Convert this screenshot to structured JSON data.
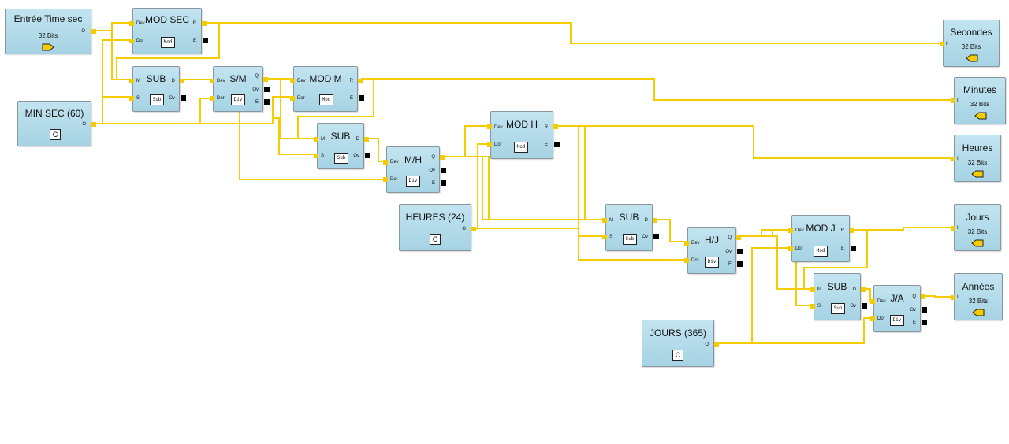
{
  "blocks": {
    "entree": {
      "title": "Entrée Time sec",
      "sub": "32 Bits",
      "out": "O"
    },
    "min_sec": {
      "title": "MIN SEC (60)",
      "out": "O",
      "icon": "C"
    },
    "mod_sec": {
      "title": "MOD SEC",
      "in1": "Dev",
      "in2": "Dor",
      "out1": "R",
      "out2": "E",
      "icon": "Mod"
    },
    "sub1": {
      "title": "SUB",
      "in1": "M",
      "in2": "S",
      "out1": "D",
      "out2": "Ov",
      "icon": "Sub"
    },
    "s_m": {
      "title": "S/M",
      "in1": "Dev",
      "in2": "Dor",
      "out1": "Q",
      "out2": "Ov",
      "out3": "E",
      "icon": "Div"
    },
    "mod_m": {
      "title": "MOD M",
      "in1": "Dev",
      "in2": "Dor",
      "out1": "R",
      "out2": "E",
      "icon": "Mod"
    },
    "sub2": {
      "title": "SUB",
      "in1": "M",
      "in2": "S",
      "out1": "D",
      "out2": "Ov",
      "icon": "Sub"
    },
    "m_h": {
      "title": "M/H",
      "in1": "Dev",
      "in2": "Dor",
      "out1": "Q",
      "out2": "Ov",
      "out3": "E",
      "icon": "Div"
    },
    "mod_h": {
      "title": "MOD H",
      "in1": "Dev",
      "in2": "Dor",
      "out1": "R",
      "out2": "E",
      "icon": "Mod"
    },
    "heures24": {
      "title": "HEURES (24)",
      "out": "O",
      "icon": "C"
    },
    "sub3": {
      "title": "SUB",
      "in1": "M",
      "in2": "S",
      "out1": "D",
      "out2": "Ov",
      "icon": "Sub"
    },
    "h_j": {
      "title": "H/J",
      "in1": "Dev",
      "in2": "Dor",
      "out1": "Q",
      "out2": "Ov",
      "out3": "E",
      "icon": "Div"
    },
    "mod_j": {
      "title": "MOD J",
      "in1": "Dev",
      "in2": "Dor",
      "out1": "R",
      "out2": "E",
      "icon": "Mod"
    },
    "sub4": {
      "title": "SUB",
      "in1": "M",
      "in2": "S",
      "out1": "D",
      "out2": "Ov",
      "icon": "Sub"
    },
    "j_a": {
      "title": "J/A",
      "in1": "Dev",
      "in2": "Dor",
      "out1": "Q",
      "out2": "Ov",
      "out3": "E",
      "icon": "Div"
    },
    "jours365": {
      "title": "JOURS (365)",
      "out": "O",
      "icon": "C"
    },
    "secondes": {
      "title": "Secondes",
      "sub": "32 Bits",
      "in": "I"
    },
    "minutes": {
      "title": "Minutes",
      "sub": "32 Bits",
      "in": "I"
    },
    "heures": {
      "title": "Heures",
      "sub": "32 Bits",
      "in": "I"
    },
    "jours": {
      "title": "Jours",
      "sub": "32 Bits",
      "in": "I"
    },
    "annees": {
      "title": "Années",
      "sub": "32 Bits",
      "in": "I"
    }
  },
  "colors": {
    "wire": "#f5cc00",
    "block_top": "#c2e4f0",
    "block_bottom": "#a6d3e4",
    "border": "#8a969d",
    "pin_error": "#000000"
  },
  "icons": {
    "input_flag": "right-arrow-flag-icon",
    "output_flag": "left-arrow-flag-icon",
    "constant": "constant-box-icon"
  }
}
